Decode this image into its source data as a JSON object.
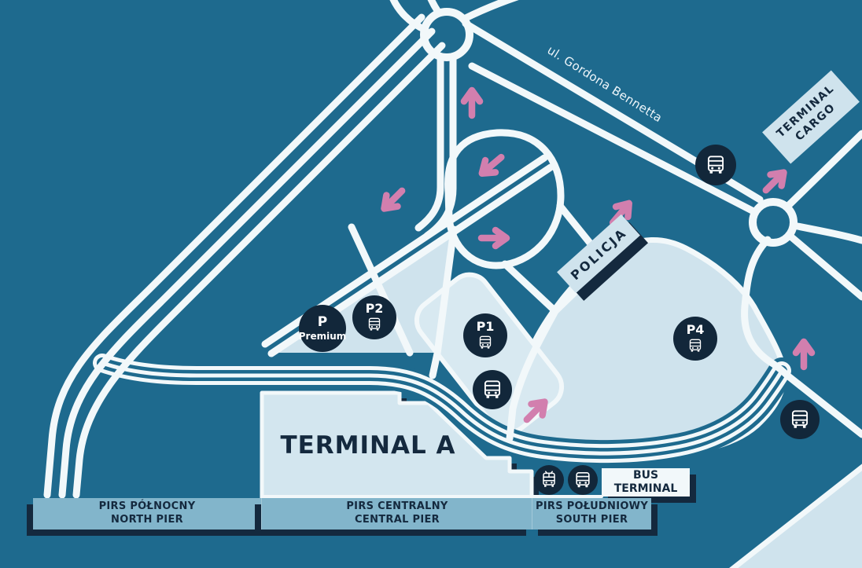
{
  "labels": {
    "street": "ul. Gordona Bennetta",
    "terminal_a": "TERMINAL A",
    "policja": "POLICJA",
    "terminal_cargo": {
      "line1": "TERMINAL",
      "line2": "CARGO"
    },
    "bus_terminal": {
      "line1": "BUS",
      "line2": "TERMINAL"
    }
  },
  "parking": {
    "premium": {
      "symbol": "P",
      "name": "Premium"
    },
    "p1": "P1",
    "p2": "P2",
    "p4": "P4"
  },
  "piers": {
    "north": {
      "pl": "PIRS PÓŁNOCNY",
      "en": "NORTH PIER"
    },
    "central": {
      "pl": "PIRS CENTRALNY",
      "en": "CENTRAL PIER"
    },
    "south": {
      "pl": "PIRS POŁUDNIOWY",
      "en": "SOUTH PIER"
    }
  },
  "icons": {
    "bus": "bus-icon",
    "tram": "tram-icon"
  },
  "colors": {
    "background": "#1e6a8e",
    "road": "#f2f8fa",
    "area_light": "#cfe3ed",
    "area_p1": "#d8e9f1",
    "pier_bar": "#82b5cb",
    "navy": "#14293e",
    "badge": "#12273a",
    "arrow_pink": "#d27fae",
    "text_light": "#eef6fa"
  }
}
